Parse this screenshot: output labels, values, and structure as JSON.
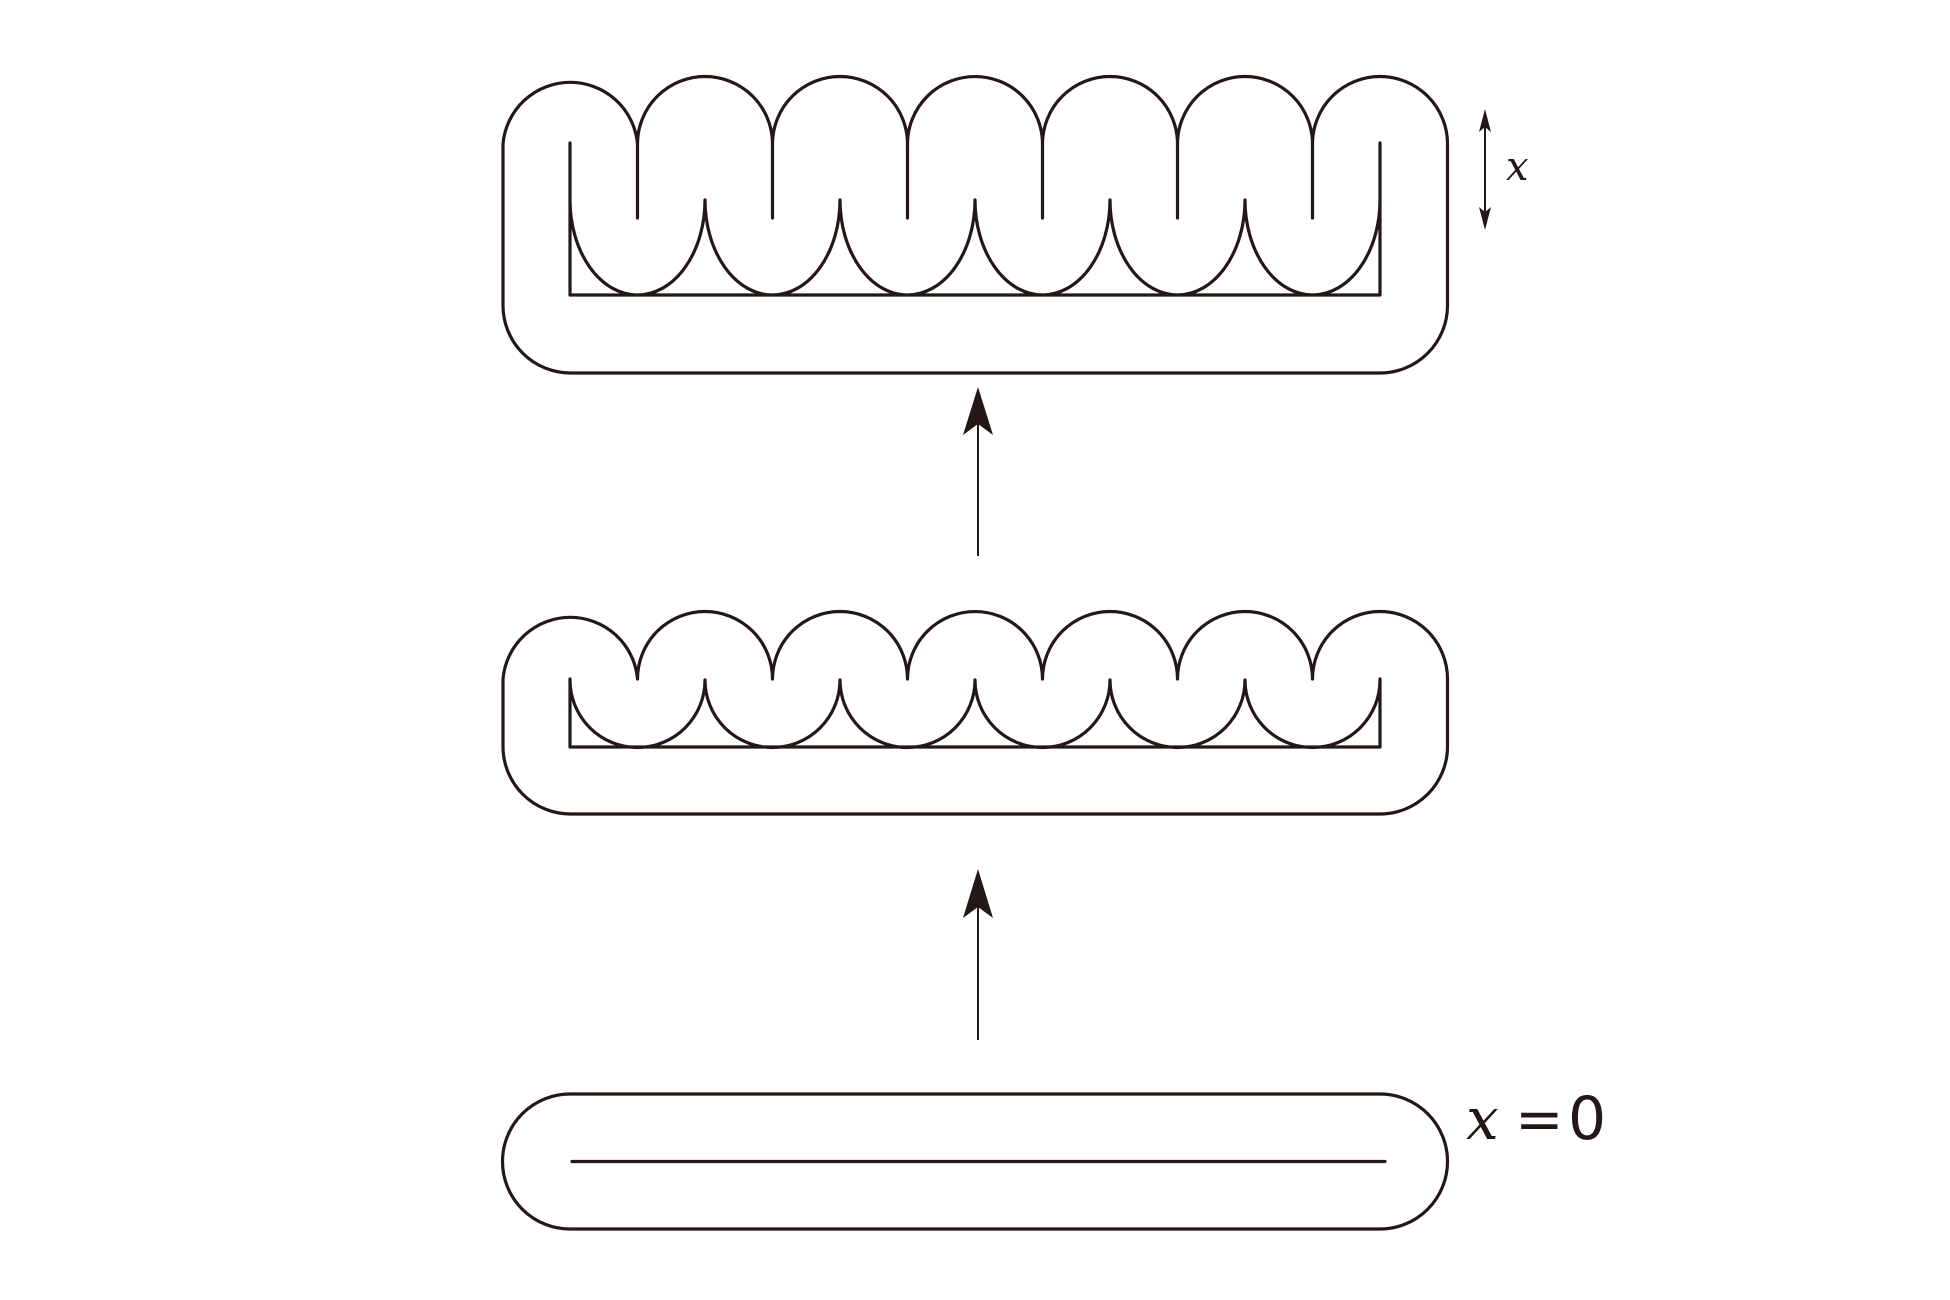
{
  "labels": {
    "dimension_label": "x",
    "initial_variable": "x",
    "initial_equals": "=",
    "initial_value": "0"
  },
  "colors": {
    "stroke": "#231815",
    "background": "#ffffff"
  }
}
